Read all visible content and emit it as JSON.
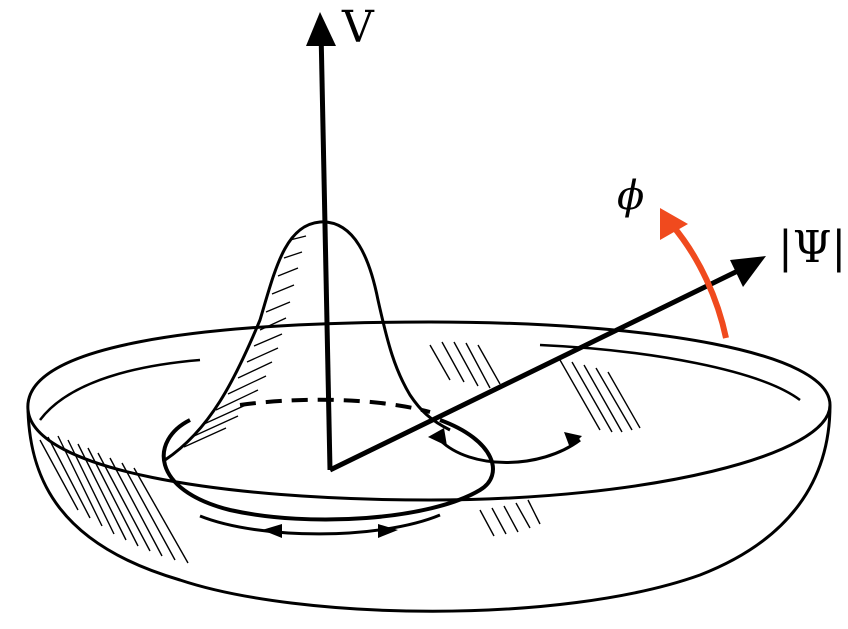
{
  "labels": {
    "vertical_axis": "V",
    "radial_axis": "|Ψ|",
    "phase_angle": "ϕ"
  },
  "colors": {
    "ink": "#000000",
    "phase_arrow": "#f04a1e"
  }
}
